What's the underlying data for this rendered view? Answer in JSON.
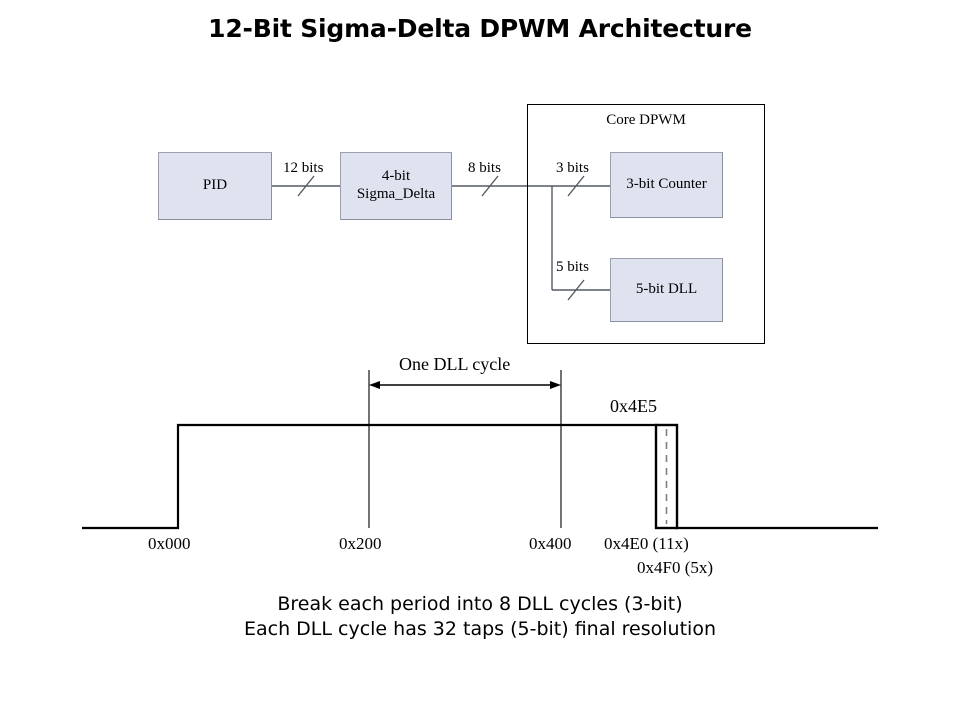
{
  "slide": {
    "title": "12-Bit Sigma-Delta DPWM Architecture",
    "background_color": "#ffffff",
    "text_color": "#000000",
    "block_fill_color": "#dfe3f0",
    "block_border_color": "#8b8fa3"
  },
  "block_diagram": {
    "blocks": [
      {
        "id": "pid",
        "label": "PID"
      },
      {
        "id": "sigma",
        "label_line1": "4-bit",
        "label_line2": "Sigma_Delta"
      },
      {
        "id": "counter",
        "label": "3-bit Counter"
      },
      {
        "id": "dll",
        "label": "5-bit DLL"
      }
    ],
    "container": {
      "label": "Core DPWM"
    },
    "bus_labels": [
      {
        "id": "bus-12",
        "label": "12 bits"
      },
      {
        "id": "bus-8",
        "label": "8 bits"
      },
      {
        "id": "bus-3",
        "label": "3 bits"
      },
      {
        "id": "bus-5",
        "label": "5 bits"
      }
    ]
  },
  "waveform": {
    "dll_cycle_label": "One DLL cycle",
    "edge_label": "0x4E5",
    "axis_labels": [
      {
        "id": "tick-0x000",
        "label": "0x000"
      },
      {
        "id": "tick-0x200",
        "label": "0x200"
      },
      {
        "id": "tick-0x400",
        "label": "0x400"
      },
      {
        "id": "tick-0x4E0",
        "label": "0x4E0 (11x)"
      },
      {
        "id": "tick-0x4F0",
        "label": "0x4F0 (5x)"
      }
    ]
  },
  "caption": {
    "line1": "Break each period into 8 DLL cycles (3-bit)",
    "line2": "Each DLL cycle has 32 taps (5-bit) final resolution"
  }
}
